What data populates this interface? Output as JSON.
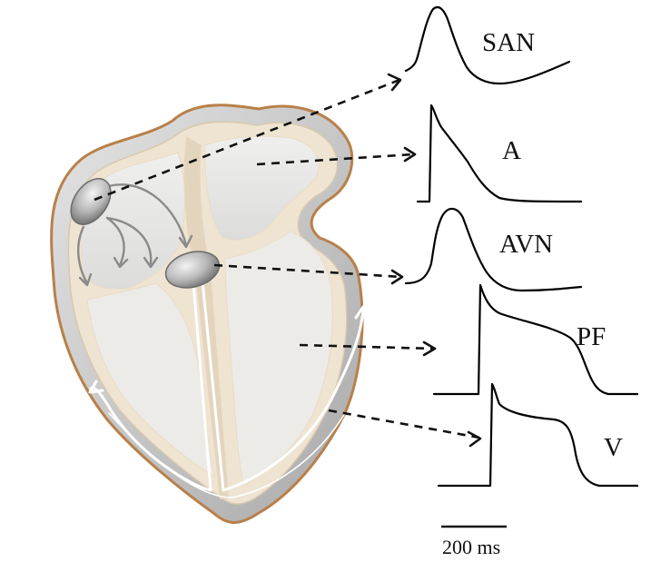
{
  "labels": {
    "san": "SAN",
    "a": "A",
    "avn": "AVN",
    "pf": "PF",
    "v": "V"
  },
  "scale_bar": {
    "label": "200 ms"
  },
  "colors": {
    "heart_outline": "#b8804a",
    "heart_outer": "#bdbdbd",
    "heart_wall": "#efe4d2",
    "chamber": "#e6e6e4",
    "node": "#b5b5b5",
    "trace": "#000000",
    "conduction_arrow": "#8a8a8a"
  },
  "icons": {
    "sa_node": "sinoatrial-node-icon",
    "av_node": "atrioventricular-node-icon"
  }
}
